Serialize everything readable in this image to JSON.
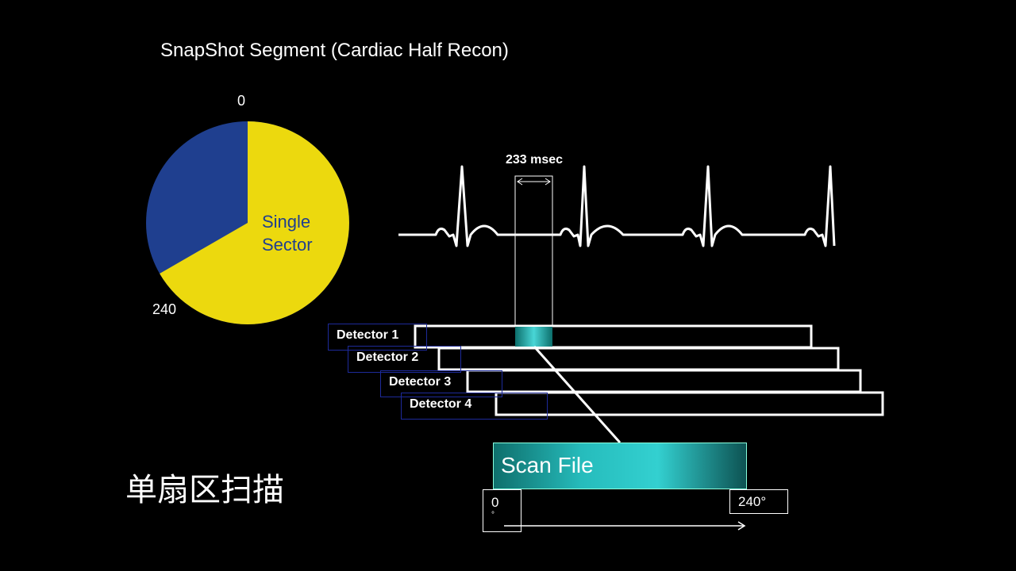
{
  "title": "SnapShot Segment (Cardiac Half Recon)",
  "pie": {
    "top_label": "0",
    "bottom_label": "240",
    "inner_text": "Single Sector",
    "sector_degrees": 240,
    "colors": {
      "sector": "#ecd90e",
      "rest": "#1f3f8f"
    }
  },
  "ecg": {
    "interval_label": "233 msec"
  },
  "detectors": [
    "Detector 1",
    "Detector 2",
    "Detector 3",
    "Detector 4"
  ],
  "scan_file": {
    "label": "Scan File",
    "start_label": "0",
    "start_unit": "°",
    "end_label": "240°"
  },
  "caption": "单扇区扫描"
}
